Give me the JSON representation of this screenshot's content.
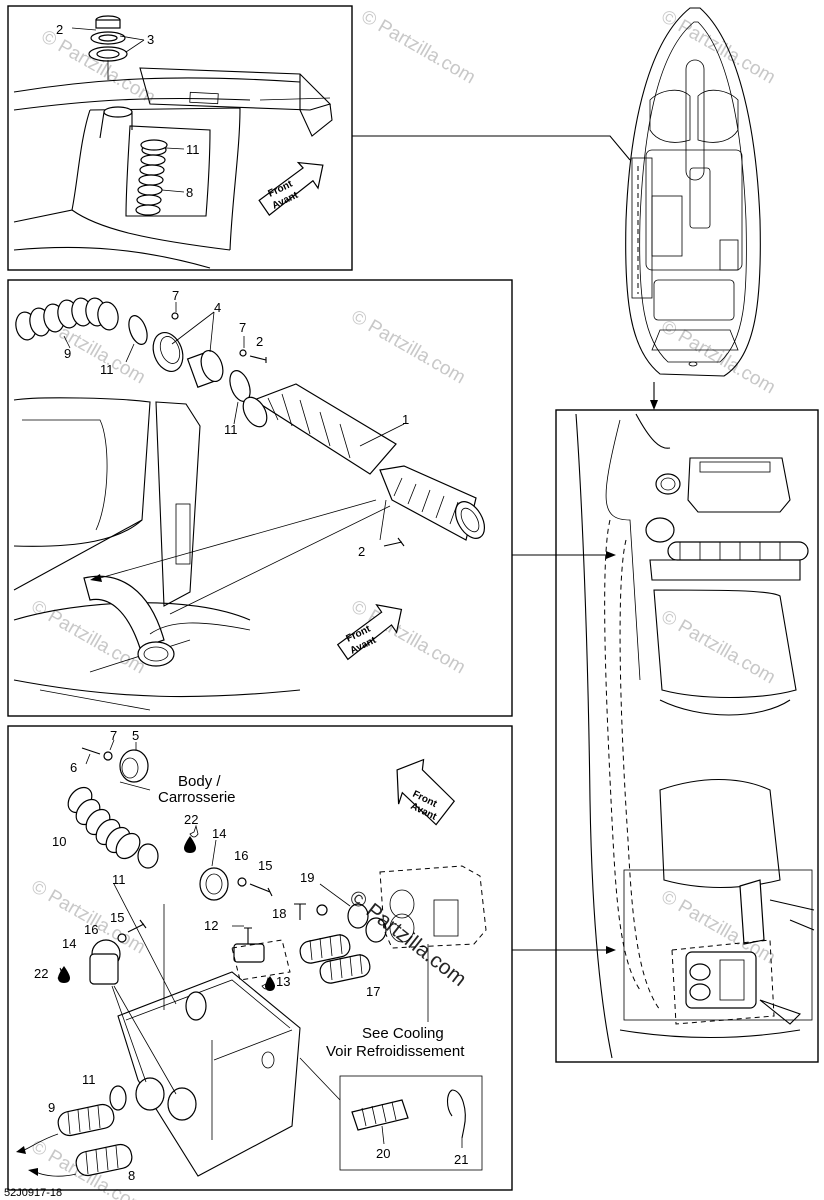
{
  "callouts": {
    "p1": [
      {
        "id": "c1-2",
        "text": "2"
      },
      {
        "id": "c1-3",
        "text": "3"
      },
      {
        "id": "c1-11",
        "text": "11"
      },
      {
        "id": "c1-8",
        "text": "8"
      }
    ],
    "p2": [
      {
        "id": "c2-7a",
        "text": "7"
      },
      {
        "id": "c2-4",
        "text": "4"
      },
      {
        "id": "c2-7b",
        "text": "7"
      },
      {
        "id": "c2-2a",
        "text": "2"
      },
      {
        "id": "c2-9",
        "text": "9"
      },
      {
        "id": "c2-11a",
        "text": "11"
      },
      {
        "id": "c2-11b",
        "text": "11"
      },
      {
        "id": "c2-1",
        "text": "1"
      },
      {
        "id": "c2-2b",
        "text": "2"
      }
    ],
    "p3": [
      {
        "id": "c3-7",
        "text": "7"
      },
      {
        "id": "c3-5",
        "text": "5"
      },
      {
        "id": "c3-6",
        "text": "6"
      },
      {
        "id": "c3-10",
        "text": "10"
      },
      {
        "id": "c3-11a",
        "text": "11"
      },
      {
        "id": "c3-22a",
        "text": "22"
      },
      {
        "id": "c3-14a",
        "text": "14"
      },
      {
        "id": "c3-16a",
        "text": "16"
      },
      {
        "id": "c3-15a",
        "text": "15"
      },
      {
        "id": "c3-19",
        "text": "19"
      },
      {
        "id": "c3-18",
        "text": "18"
      },
      {
        "id": "c3-12",
        "text": "12"
      },
      {
        "id": "c3-15b",
        "text": "15"
      },
      {
        "id": "c3-16b",
        "text": "16"
      },
      {
        "id": "c3-14b",
        "text": "14"
      },
      {
        "id": "c3-22b",
        "text": "22"
      },
      {
        "id": "c3-13",
        "text": "13"
      },
      {
        "id": "c3-17",
        "text": "17"
      },
      {
        "id": "c3-11b",
        "text": "11"
      },
      {
        "id": "c3-9",
        "text": "9"
      },
      {
        "id": "c3-8",
        "text": "8"
      },
      {
        "id": "c3-20",
        "text": "20"
      },
      {
        "id": "c3-21",
        "text": "21"
      }
    ]
  },
  "labels": {
    "front_en": "Front",
    "front_fr": "Avant",
    "body_en": "Body /",
    "body_fr": "Carrosserie",
    "cooling_en": "See Cooling",
    "cooling_fr": "Voir Refroidissement",
    "drawing_number": "52J0917-18"
  },
  "watermark": {
    "text": "© Partzilla.com"
  }
}
